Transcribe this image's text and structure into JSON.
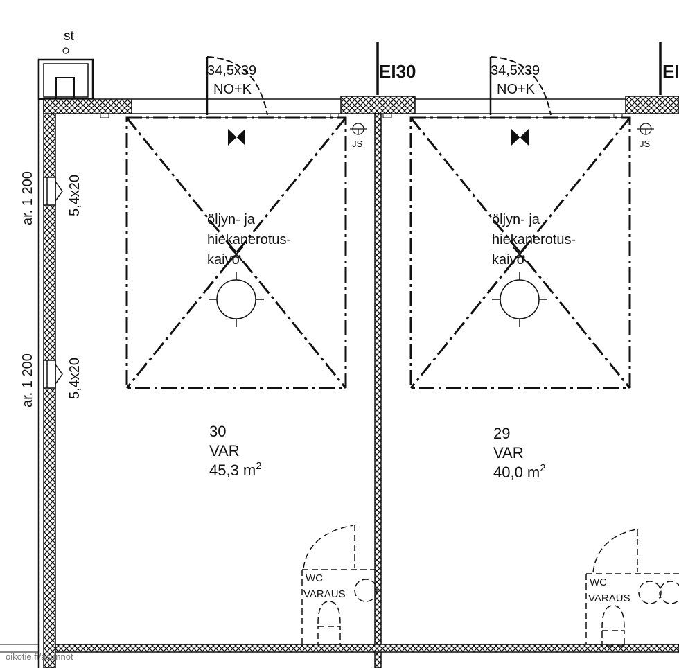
{
  "top_labels": {
    "st": "st",
    "firewall_left": "EI30",
    "firewall_right": "EI",
    "door_left_size": "34,5x39",
    "door_left_type": "NO+K",
    "door_right_size": "34,5x39",
    "door_right_type": "NO+K",
    "js_left": "JS",
    "js_right": "JS"
  },
  "left_wall": {
    "dim_upper": "ar. 1 200",
    "window_upper": "5,4x20",
    "dim_lower": "ar. 1 200",
    "window_lower": "5,4x20"
  },
  "separator_left": {
    "line1": "öljyn- ja",
    "line2": "hiekanerotus-",
    "line3": "kaivo"
  },
  "separator_right": {
    "line1": "öljyn- ja",
    "line2": "hiekanerotus-",
    "line3": "kaivo"
  },
  "room_30": {
    "number": "30",
    "type": "VAR",
    "area": "45,3 m",
    "area_sup": "2"
  },
  "room_29": {
    "number": "29",
    "type": "VAR",
    "area": "40,0 m",
    "area_sup": "2"
  },
  "wc_left": {
    "line1": "WC",
    "line2": "VARAUS"
  },
  "wc_right": {
    "line1": "WC",
    "line2": "VARAUS"
  },
  "watermark": "oikotie.fi/asunnot"
}
